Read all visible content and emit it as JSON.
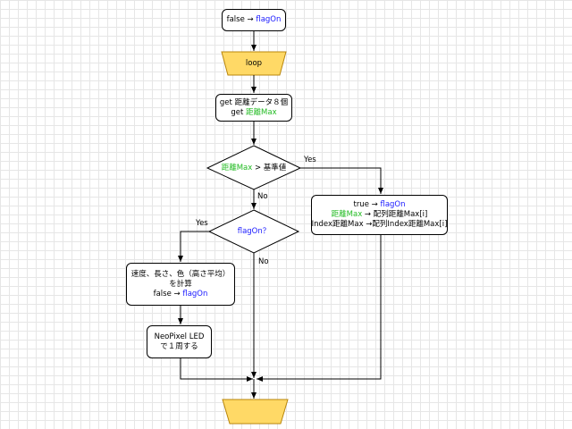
{
  "start": {
    "pre": "false → ",
    "var": "flagOn"
  },
  "loop": {
    "label": "loop"
  },
  "get": {
    "line1": "get 距離データ８個",
    "line2_pre": "get ",
    "line2_var": "距離Max"
  },
  "cond1": {
    "var": "距離Max",
    "rest": " > 基準値",
    "yes": "Yes",
    "no": "No"
  },
  "cond2": {
    "label": "flagOn？",
    "yes": "Yes",
    "no": "No"
  },
  "yes_action": {
    "line1_pre": "true → ",
    "line1_var": "flagOn",
    "line2_var": "距離Max",
    "line2_rest": " → 配列距離Max[i]",
    "line3": "Index距離Max →配列Index距離Max[i]"
  },
  "calc": {
    "line1": "速度、長さ、色（高さ平均）",
    "line2": "を計算",
    "line3_pre": "false → ",
    "line3_var": "flagOn"
  },
  "neopixel": {
    "line1": "NeoPixel LED",
    "line2": "で１周する"
  },
  "colors": {
    "blue_var": "#1a1aff",
    "green_var": "#22bb22",
    "loop_fill": "#ffd966",
    "loop_stroke": "#b8860b"
  }
}
